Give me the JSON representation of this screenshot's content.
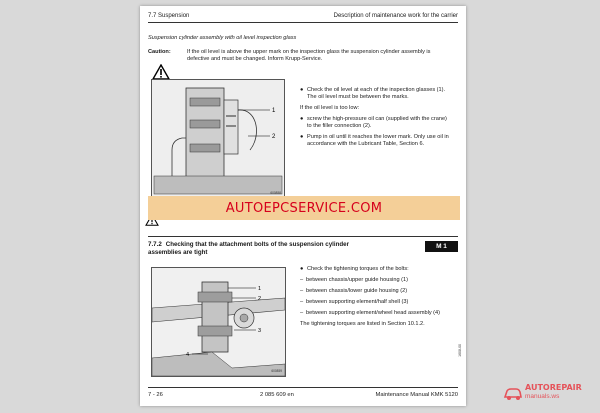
{
  "header": {
    "left": "7.7 Suspension",
    "right": "Description of maintenance work for the carrier"
  },
  "subtitle": "Suspension cylinder assembly with oil level inspection glass",
  "caution": {
    "label": "Caution:",
    "text": "If the oil level is above the upper mark on the inspection glass the suspension cylinder assembly is defective and must be changed. Inform Krupp-Service."
  },
  "figure1": {
    "callout_1": "1",
    "callout_2": "2",
    "id": "600858"
  },
  "right_col_1": {
    "check": "Check the oil level at each of the inspection glasses (1). The oil level must be between the marks.",
    "too_low": "If the oil level is too low:",
    "screw": "screw the high-pressure oil can (supplied with the crane) to the filler connection (2).",
    "pump": "Pump in oil until it reaches the lower mark. Only use oil in accordance with the Lubricant Table, Section 6."
  },
  "banner": "AUTOEPCSERVICE.COM",
  "section": {
    "number": "7.7.2",
    "title": "Checking that the attachment bolts of the suspension cylinder assemblies are tight",
    "badge": "M 1"
  },
  "figure2": {
    "callout_1": "1",
    "callout_2": "2",
    "callout_3": "3",
    "callout_4": "4",
    "id": "600859"
  },
  "right_col_2": {
    "intro": "Check the tightening torques of the bolts:",
    "items": [
      "between chassis/upper guide housing (1)",
      "between chassis/lower guide housing (2)",
      "between supporting element/half shell (3)",
      "between supporting element/wheel head assembly (4)"
    ],
    "torques": "The tightening torques are listed in Section 10.1.2."
  },
  "side_code": "1608-00",
  "footer": {
    "left": "7 - 26",
    "mid": "2 085 609 en",
    "right": "Maintenance Manual KMK 5120"
  },
  "logo": {
    "text": "AUTOREPAIR",
    "sub": "manuals.ws"
  },
  "colors": {
    "banner_bg": "#f4cf98",
    "banner_text": "#d6001c",
    "logo": "#e5535a"
  }
}
